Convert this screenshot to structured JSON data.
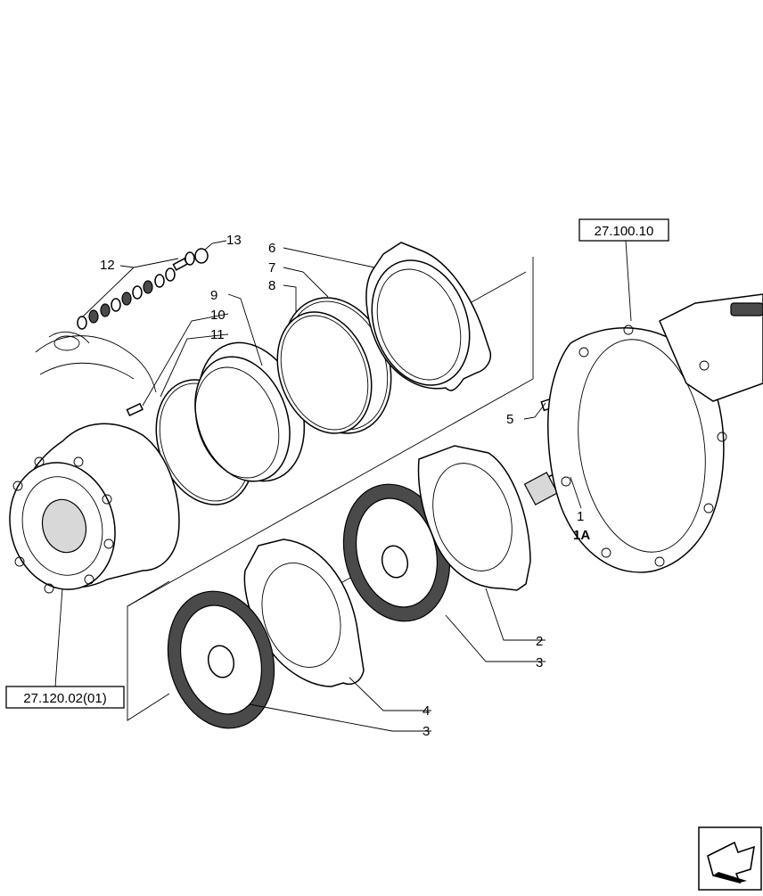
{
  "callouts": {
    "c1": "1",
    "c1a": "1A",
    "c2": "2",
    "c3a": "3",
    "c3b": "3",
    "c4": "4",
    "c5": "5",
    "c6": "6",
    "c7": "7",
    "c8": "8",
    "c9": "9",
    "c10": "10",
    "c11": "11",
    "c12": "12",
    "c13": "13"
  },
  "refs": {
    "axle_ref": "27.100.10",
    "hub_ref": "27.120.02(01)"
  },
  "nav": {
    "icon": "next-page-arrow-icon"
  }
}
